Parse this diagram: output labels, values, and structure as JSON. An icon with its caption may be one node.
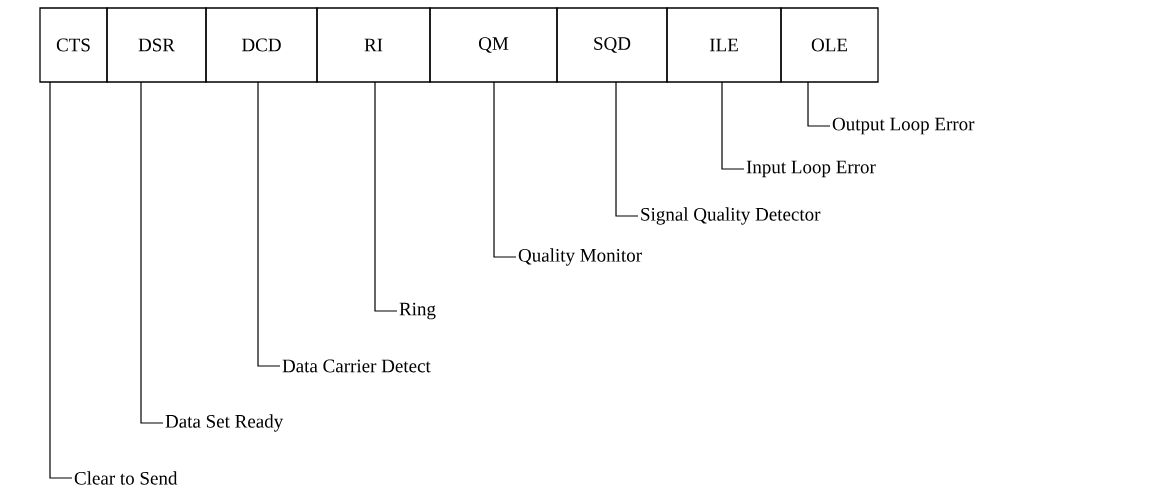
{
  "diagram": {
    "nodes": [
      {
        "text": [
          "CTS"
        ]
      },
      {
        "text": [
          "DSR"
        ]
      },
      {
        "text": [
          "DCD"
        ]
      },
      {
        "text": [
          "RI"
        ]
      },
      {
        "text": [
          "QM"
        ]
      },
      {
        "text": [
          "SQD"
        ]
      },
      {
        "text": [
          "ILE"
        ]
      },
      {
        "text": [
          "OLE"
        ]
      },
      {
        "text": [
          "Clear to Send"
        ]
      },
      {
        "text": [
          "Data Set Ready"
        ]
      },
      {
        "text": [
          "Data Carrier Detect"
        ]
      },
      {
        "text": [
          "Ring"
        ]
      },
      {
        "text": [
          "Quality Monitor"
        ]
      },
      {
        "text": [
          "Signal Quality Detector"
        ]
      },
      {
        "text": [
          "Input Loop Error"
        ]
      },
      {
        "text": [
          "Output Loop Error"
        ]
      }
    ],
    "edges": [
      {
        "from": 8,
        "to": 0,
        "arrow": "none"
      },
      {
        "from": 9,
        "to": 1,
        "arrow": "none"
      },
      {
        "from": 10,
        "to": 2,
        "arrow": "none"
      },
      {
        "from": 11,
        "to": 3,
        "arrow": "none"
      },
      {
        "from": 12,
        "to": 4,
        "arrow": "none"
      },
      {
        "from": 13,
        "to": 5,
        "arrow": "none"
      },
      {
        "from": 14,
        "to": 6,
        "arrow": "none"
      },
      {
        "from": 15,
        "to": 7,
        "arrow": "none"
      }
    ]
  }
}
